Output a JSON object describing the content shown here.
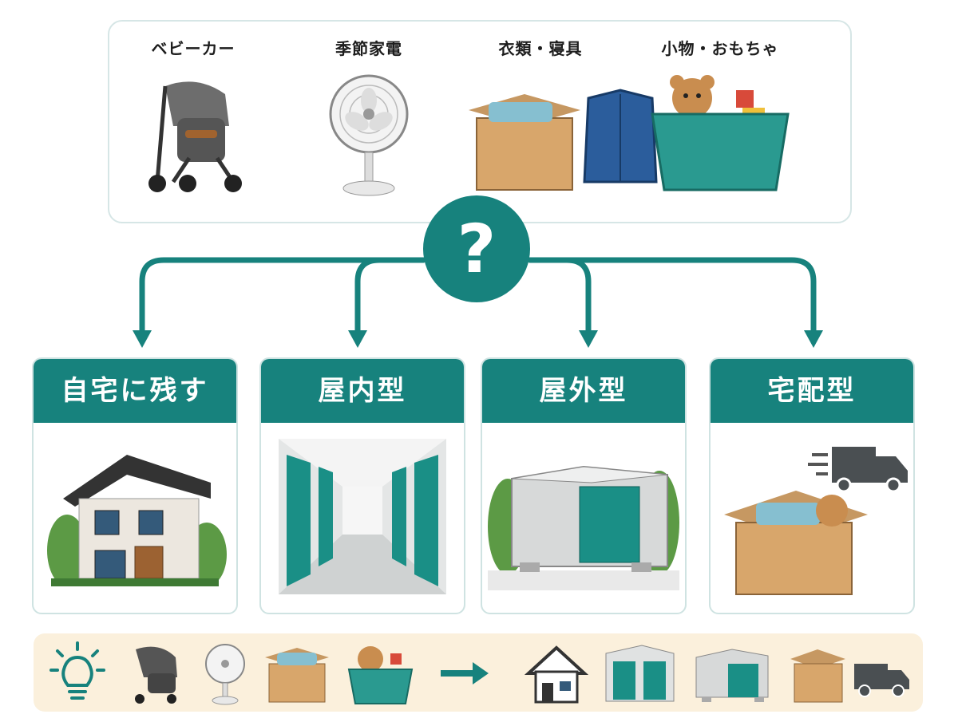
{
  "items": [
    {
      "label": "ベビーカー",
      "icon": "stroller-icon"
    },
    {
      "label": "季節家電",
      "icon": "electric-fan-icon"
    },
    {
      "label": "衣類・寝具",
      "icon": "clothing-box-icon"
    },
    {
      "label": "小物・おもちゃ",
      "icon": "toy-bin-icon"
    }
  ],
  "question_mark": "?",
  "options": [
    {
      "title": "自宅に残す",
      "icon": "house-icon"
    },
    {
      "title": "屋内型",
      "icon": "indoor-storage-hallway-icon"
    },
    {
      "title": "屋外型",
      "icon": "outdoor-container-icon"
    },
    {
      "title": "宅配型",
      "icon": "delivery-box-icon"
    }
  ],
  "colors": {
    "accent": "#17827d",
    "strip_bg": "#fbf0dc",
    "panel_border": "#d6e6e6"
  }
}
